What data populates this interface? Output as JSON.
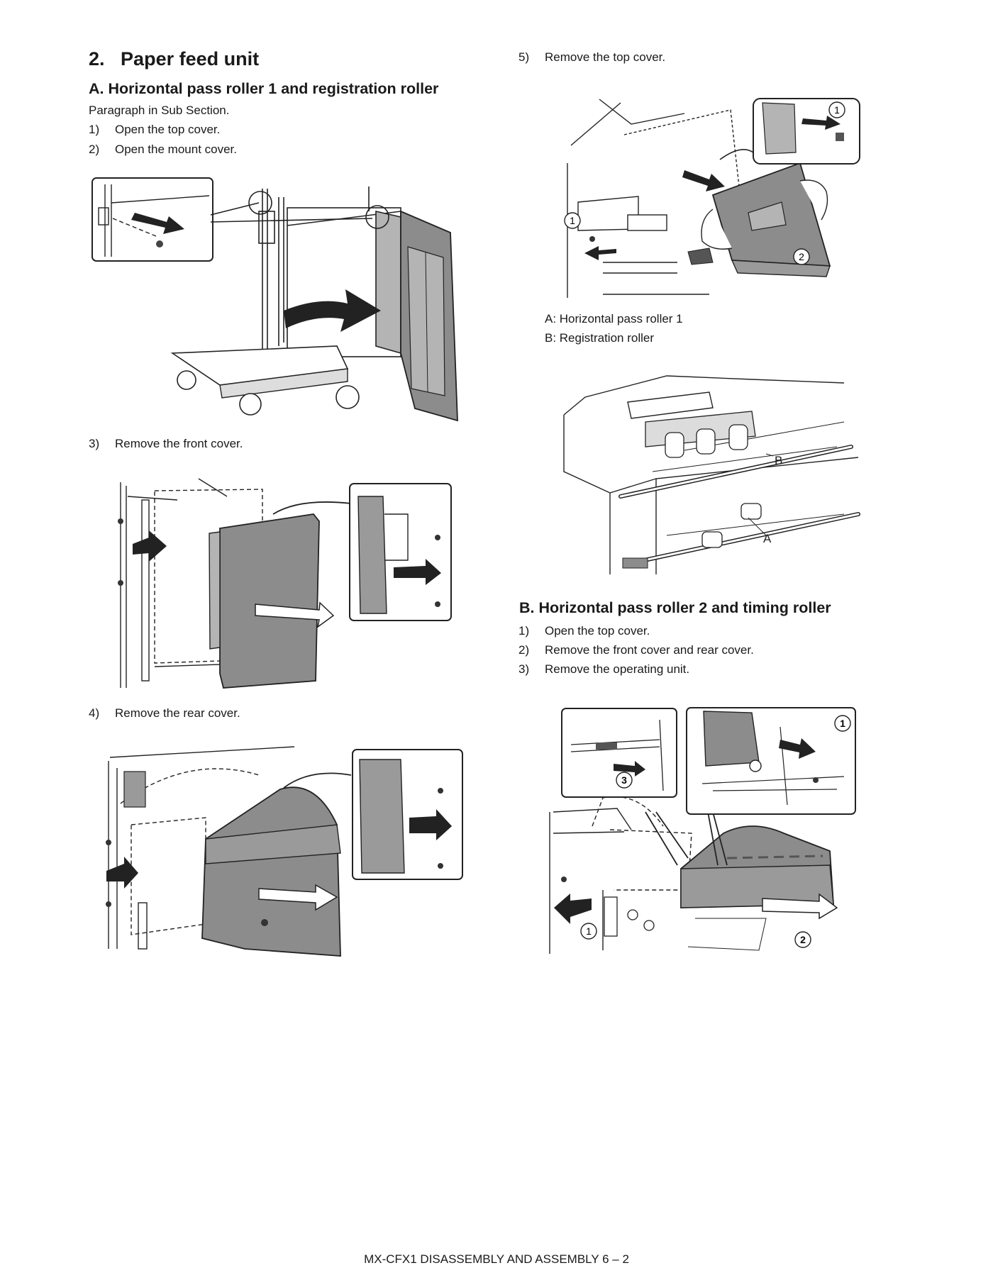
{
  "section": {
    "number": "2.",
    "title": "Paper feed unit"
  },
  "subsection_a": {
    "title": "A.  Horizontal pass roller 1 and registration roller",
    "paragraph": "Paragraph in Sub Section.",
    "steps": [
      {
        "num": "1)",
        "text": "Open the top cover."
      },
      {
        "num": "2)",
        "text": "Open the mount cover."
      },
      {
        "num": "3)",
        "text": "Remove the front cover."
      },
      {
        "num": "4)",
        "text": "Remove the rear cover."
      },
      {
        "num": "5)",
        "text": "Remove the top cover."
      }
    ],
    "legend": [
      "A: Horizontal pass roller 1",
      "B: Registration roller"
    ],
    "roller_labels": {
      "a": "A",
      "b": "B"
    },
    "callouts": {
      "one": "1",
      "two": "2",
      "three": "3"
    }
  },
  "subsection_b": {
    "title": "B.  Horizontal pass roller 2 and timing roller",
    "steps": [
      {
        "num": "1)",
        "text": "Open the top cover."
      },
      {
        "num": "2)",
        "text": "Remove the front cover and rear cover."
      },
      {
        "num": "3)",
        "text": "Remove the operating unit."
      }
    ]
  },
  "footer": "MX-CFX1  DISASSEMBLY AND ASSEMBLY  6 – 2",
  "colors": {
    "text": "#1a1a1a",
    "cover_fill": "#8c8c8c",
    "panel_fill": "#b4b4b4",
    "line": "#222222"
  }
}
